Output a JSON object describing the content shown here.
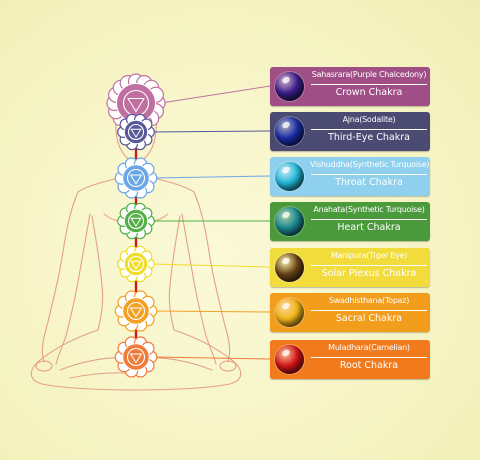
{
  "chakras": [
    {
      "stone": "Sahasrara(Purple Chalcedony)",
      "chakra": "Crown Chakra",
      "panel_color": "#a04f86",
      "text_color": "#ffffff",
      "gem_color": "#3a1f8c",
      "center_color": "#c070a0"
    },
    {
      "stone": "Ajna(Sodalite)",
      "chakra": "Third-Eye Chakra",
      "panel_color": "#4b4a72",
      "text_color": "#ffffff",
      "gem_color": "#1a2ea8",
      "center_color": "#5a5a9a"
    },
    {
      "stone": "Vishuddha(Synthetic Turquoise)",
      "chakra": "Throat Chakra",
      "panel_color": "#8fd0ee",
      "text_color": "#ffffff",
      "gem_color": "#22b8d8",
      "center_color": "#6aa6e6"
    },
    {
      "stone": "Anahata(Synthetic Turquoise)",
      "chakra": "Heart Chakra",
      "panel_color": "#4a9a3c",
      "text_color": "#ffffff",
      "gem_color": "#1c8a92",
      "center_color": "#54b046"
    },
    {
      "stone": "Manipura(Tiger Eye)",
      "chakra": "Solar Plexus Chakra",
      "panel_color": "#f2dc3c",
      "text_color": "#ffffff",
      "gem_color": "#6a4418",
      "center_color": "#eede2c"
    },
    {
      "stone": "Swadhisthana(Topaz)",
      "chakra": "Sacral Chakra",
      "panel_color": "#f29d1c",
      "text_color": "#ffffff",
      "gem_color": "#f5b81a",
      "center_color": "#f3a024"
    },
    {
      "stone": "Muladhara(Carnelian)",
      "chakra": "Root Chakra",
      "panel_color": "#f07a1c",
      "text_color": "#ffffff",
      "gem_color": "#d41418",
      "center_color": "#ef7c3a"
    }
  ]
}
